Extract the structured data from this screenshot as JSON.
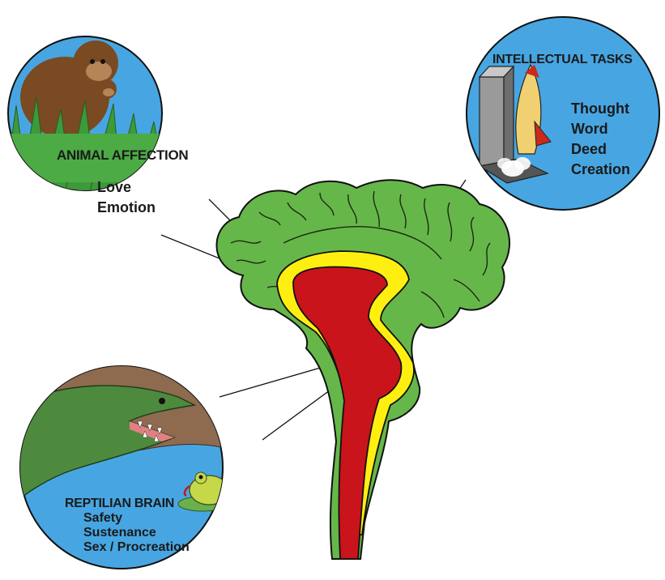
{
  "circles": {
    "animal": {
      "title": "ANIMAL AFFECTION",
      "items": [
        "Love",
        "Emotion"
      ]
    },
    "intellectual": {
      "title": "INTELLECTUAL TASKS",
      "items": [
        "Thought",
        "Word",
        "Deed",
        "Creation"
      ]
    },
    "reptilian": {
      "title": "REPTILIAN BRAIN",
      "items": [
        "Safety",
        "Sustenance",
        "Sex / Procreation"
      ]
    }
  },
  "colors": {
    "circle_blue": "#47a6e2",
    "cortex_green": "#66b74a",
    "limbic_yellow": "#ffef10",
    "brainstem_red": "#c9141b",
    "grass_green": "#3d9a3a",
    "monkey_brown": "#7a4a22",
    "mud_brown": "#8e6a4f",
    "frog_yellow": "#c4d84a"
  },
  "icons": [
    "monkey-icon",
    "rocket-icon",
    "crocodile-icon",
    "frog-icon"
  ]
}
